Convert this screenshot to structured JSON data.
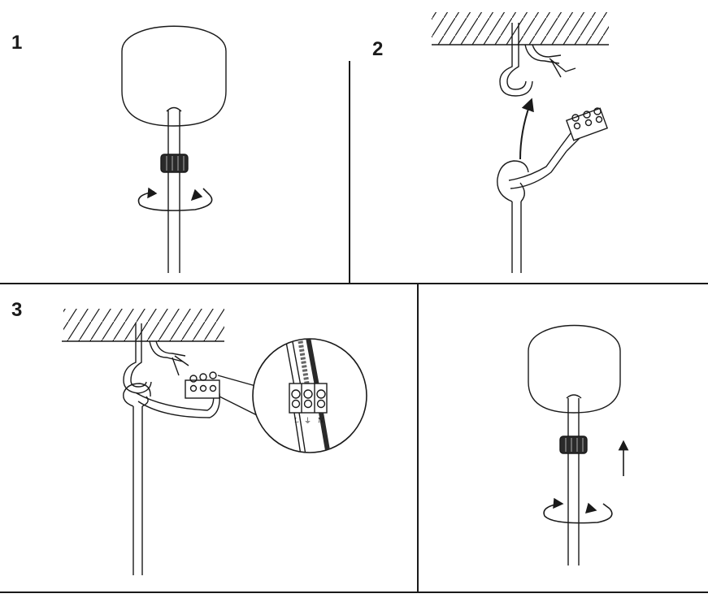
{
  "steps": [
    {
      "number": "1",
      "caption": ""
    },
    {
      "number": "2",
      "caption": ""
    },
    {
      "number": "3",
      "caption": ""
    },
    {
      "number": "",
      "caption": ""
    }
  ],
  "terminal_labels": {
    "live": "L",
    "earth": "⏚",
    "neutral": "N"
  },
  "colors": {
    "ink": "#1a1a1a",
    "paper": "#ffffff",
    "dark_wire": "#2a2a2a"
  }
}
